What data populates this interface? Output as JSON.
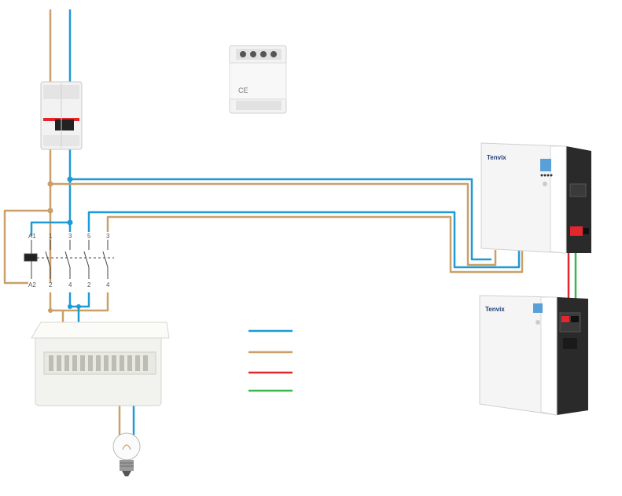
{
  "colors": {
    "blue": "#1e9ad6",
    "tan": "#c9a06a",
    "red": "#e2262b",
    "green": "#3cb54a",
    "device_white": "#f4f4f4",
    "device_dark": "#2a2a2a"
  },
  "contactor": {
    "terminals_top": [
      "A1",
      "1",
      "3",
      "5",
      "3"
    ],
    "terminals_bottom": [
      "A2",
      "2",
      "4",
      "2",
      "4"
    ]
  },
  "contactor_module": {
    "mark": "CE"
  },
  "inverter": {
    "brand": "Tenvix"
  },
  "battery": {
    "brand": "Tenvix"
  },
  "legend": {
    "lines": [
      "blue",
      "tan",
      "red",
      "green"
    ]
  },
  "icons": [
    "circuit-breaker",
    "contactor-module",
    "distribution-box",
    "light-bulb",
    "inverter",
    "battery"
  ]
}
